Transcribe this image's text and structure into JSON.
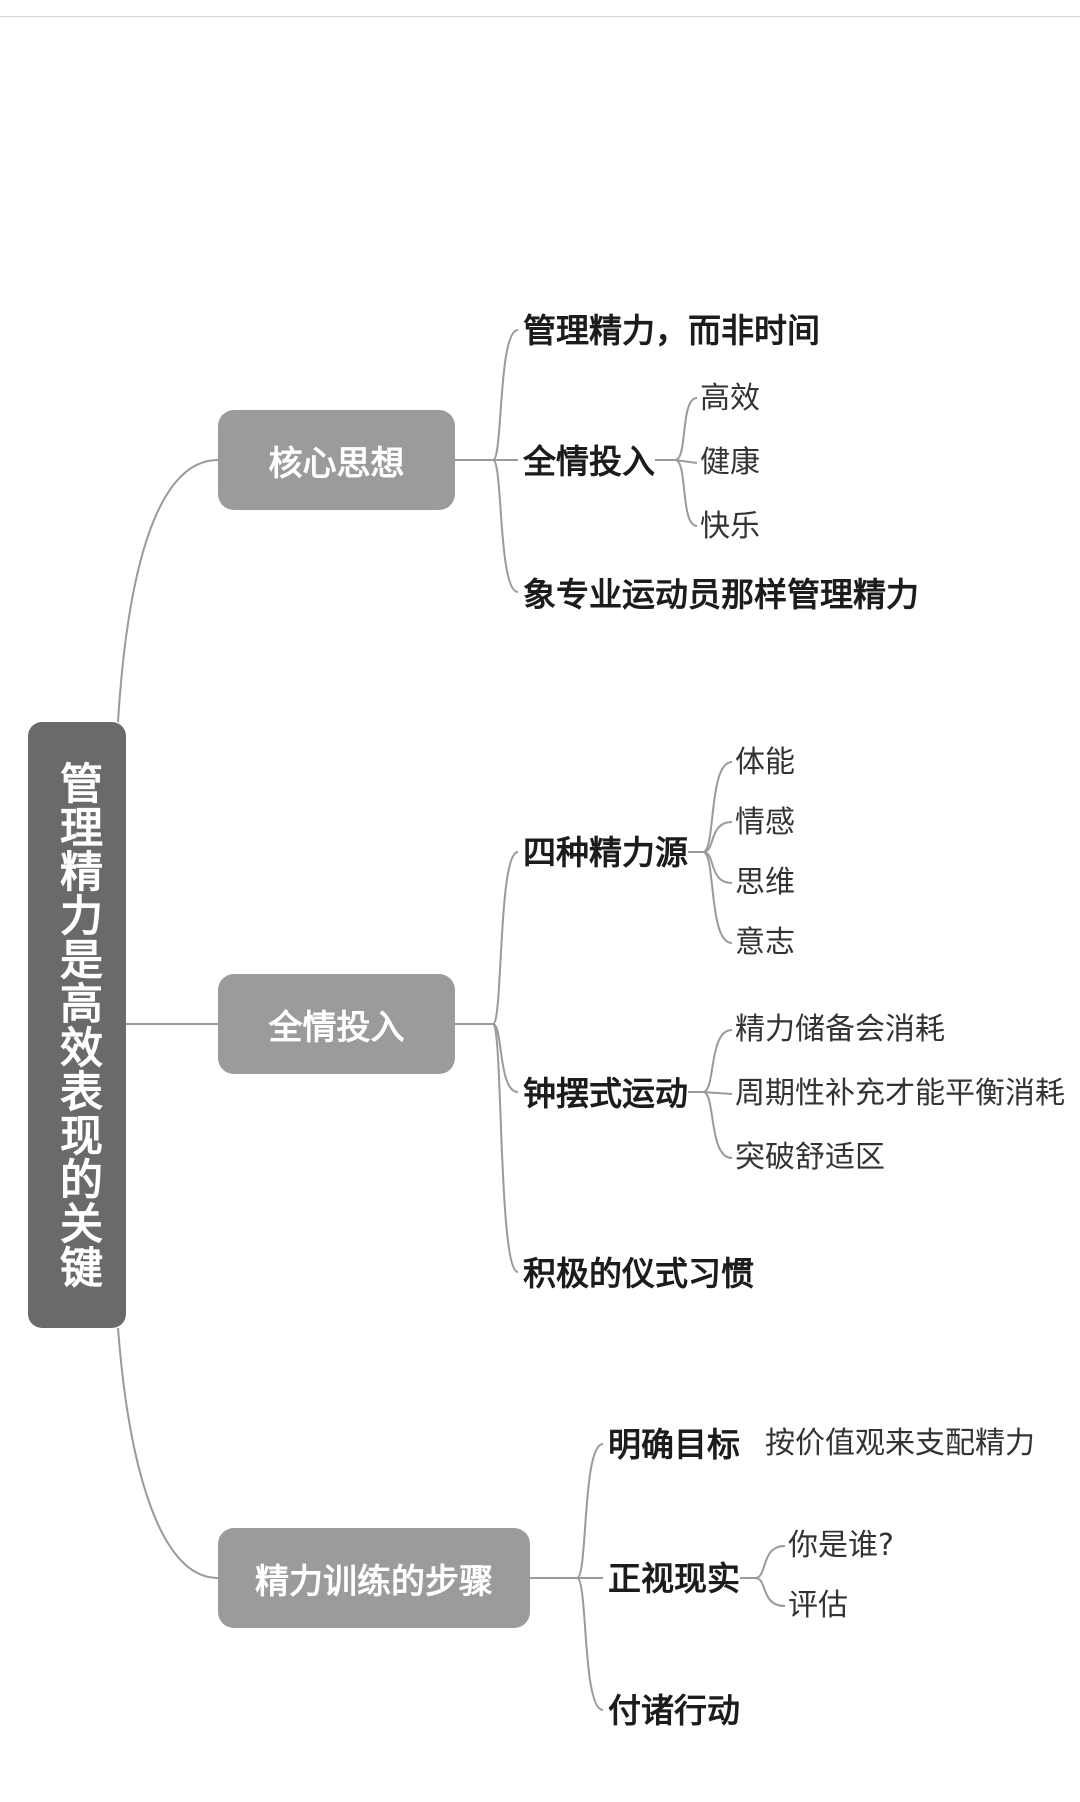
{
  "root": {
    "label": "管理精力是高效表现的关键"
  },
  "branches": [
    {
      "label": "核心思想",
      "children": [
        {
          "label": "管理精力，而非时间"
        },
        {
          "label": "全情投入",
          "children": [
            "高效",
            "健康",
            "快乐"
          ]
        },
        {
          "label": "象专业运动员那样管理精力"
        }
      ]
    },
    {
      "label": "全情投入",
      "children": [
        {
          "label": "四种精力源",
          "children": [
            "体能",
            "情感",
            "思维",
            "意志"
          ]
        },
        {
          "label": "钟摆式运动",
          "children": [
            "精力储备会消耗",
            "周期性补充才能平衡消耗",
            "突破舒适区"
          ]
        },
        {
          "label": "积极的仪式习惯"
        }
      ]
    },
    {
      "label": "精力训练的步骤",
      "children": [
        {
          "label": "明确目标",
          "children": [
            "按价值观来支配精力"
          ]
        },
        {
          "label": "正视现实",
          "children": [
            "你是谁?",
            "评估"
          ]
        },
        {
          "label": "付诸行动"
        }
      ]
    }
  ],
  "colors": {
    "root_fill": "#6a6a6a",
    "branch_fill": "#9b9b9b",
    "connector": "#9a9a9a",
    "node_text": "#1c1c1c"
  }
}
